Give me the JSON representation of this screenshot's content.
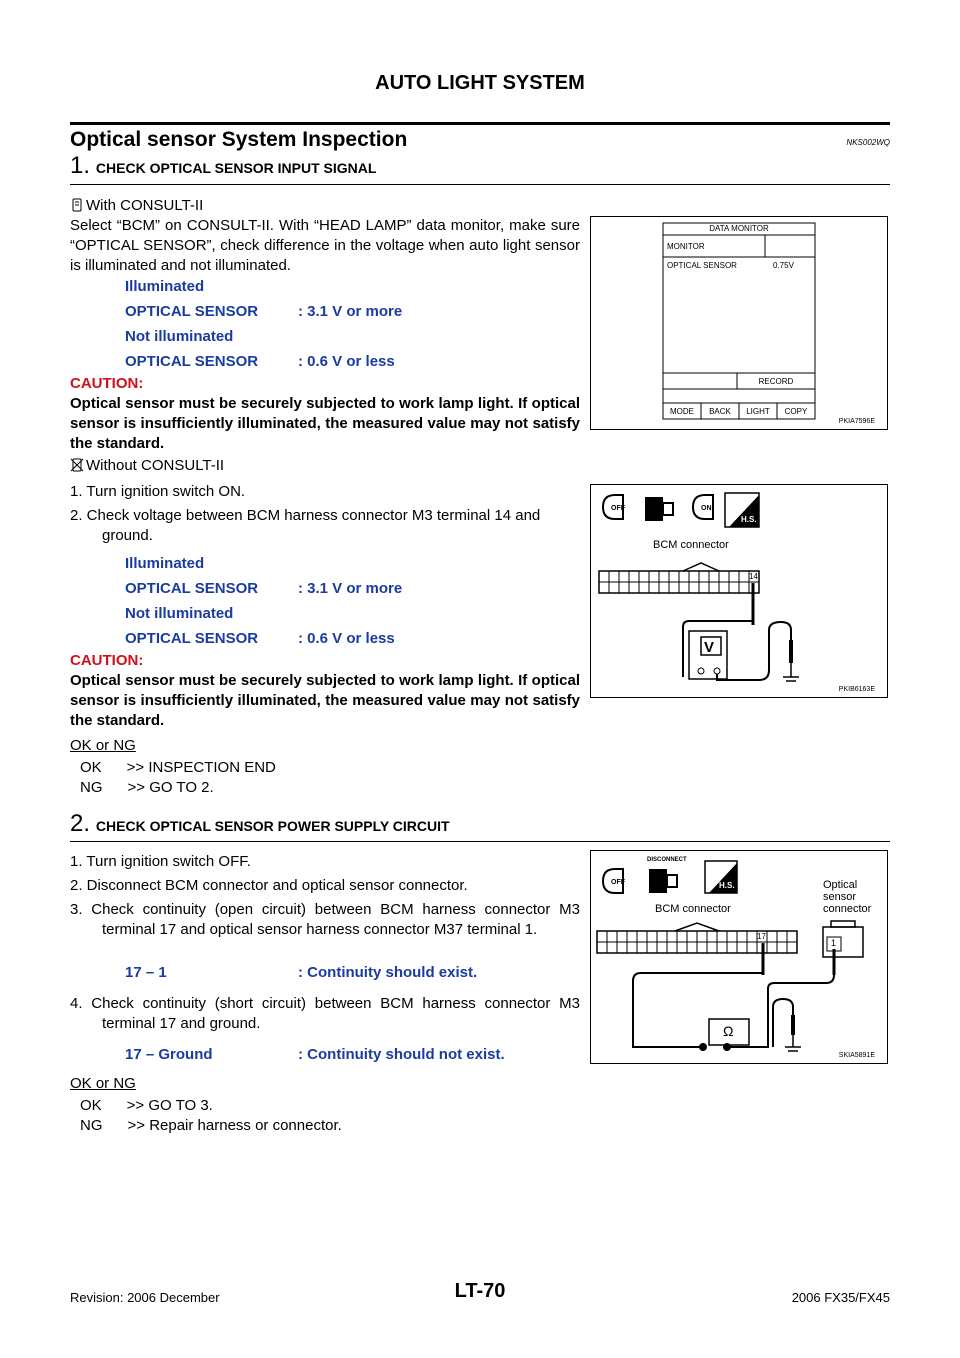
{
  "header": {
    "title": "AUTO LIGHT SYSTEM"
  },
  "section": {
    "title": "Optical sensor System Inspection",
    "code": "NKS002WQ"
  },
  "step1": {
    "num": "1.",
    "title": "CHECK OPTICAL SENSOR INPUT SIGNAL",
    "with_label": "With CONSULT-II",
    "with_text": "Select “BCM” on CONSULT-II. With “HEAD LAMP” data monitor, make sure “OPTICAL SENSOR”, check difference in the voltage when auto light sensor is illuminated and not illuminated.",
    "spec": {
      "illuminated": "Illuminated",
      "k1": "OPTICAL SENSOR",
      "v1": ": 3.1 V or more",
      "not_illuminated": "Not illuminated",
      "k2": "OPTICAL SENSOR",
      "v2": ": 0.6 V or less"
    },
    "caution_head": "CAUTION:",
    "caution_text": "Optical sensor must be securely subjected to work lamp light. If optical sensor is insufficiently illuminated, the measured value may not satisfy the standard.",
    "without_label": "Without CONSULT-II",
    "list": [
      "1.  Turn ignition switch ON.",
      "2.  Check voltage between BCM harness connector M3 terminal 14 and ground."
    ],
    "spec2": {
      "illuminated": "Illuminated",
      "k1": "OPTICAL SENSOR",
      "v1": ": 3.1 V or more",
      "not_illuminated": "Not illuminated",
      "k2": "OPTICAL SENSOR",
      "v2": ": 0.6 V or less"
    },
    "caution2_head": "CAUTION:",
    "caution2_text": "Optical sensor must be securely subjected to work lamp light. If optical sensor is insufficiently illuminated, the measured value may not satisfy the standard.",
    "okng": "OK or NG",
    "ok": "OK      >> INSPECTION END",
    "ng": "NG      >> GO TO 2."
  },
  "fig1": {
    "title": "DATA MONITOR",
    "monitor": "MONITOR",
    "row_label": "OPTICAL SENSOR",
    "row_value": "0.75V",
    "record": "RECORD",
    "buttons": [
      "MODE",
      "BACK",
      "LIGHT",
      "COPY"
    ],
    "code": "PKIA7596E"
  },
  "fig2": {
    "off": "OFF",
    "on": "ON",
    "hs": "H.S.",
    "connector": "BCM connector",
    "terminal": "14",
    "meter": "V",
    "code": "PKIB6163E"
  },
  "step2": {
    "num": "2.",
    "title": "CHECK OPTICAL SENSOR POWER SUPPLY CIRCUIT",
    "list": [
      "1.  Turn ignition switch OFF.",
      "2.  Disconnect BCM connector and optical sensor connector.",
      "3.  Check continuity (open circuit) between BCM harness connector M3 terminal 17 and optical sensor harness connector M37 terminal 1."
    ],
    "spec1_k": "17 – 1",
    "spec1_v": ": Continuity should exist.",
    "list4": "4.  Check continuity (short circuit) between BCM harness connector M3 terminal 17 and ground.",
    "spec2_k": "17 – Ground",
    "spec2_v": ": Continuity should not exist.",
    "okng": "OK or NG",
    "ok": "OK      >> GO TO 3.",
    "ng": "NG      >> Repair harness or connector."
  },
  "fig3": {
    "disconnect": "DISCONNECT",
    "off": "OFF",
    "hs": "H.S.",
    "connector": "BCM connector",
    "terminal": "17",
    "optical1": "Optical",
    "optical2": "sensor",
    "optical3": "connector",
    "opt_terminal": "1",
    "meter": "Ω",
    "code": "SKIA5891E"
  },
  "footer": {
    "revision": "Revision: 2006 December",
    "page": "LT-70",
    "model": "2006 FX35/FX45"
  }
}
